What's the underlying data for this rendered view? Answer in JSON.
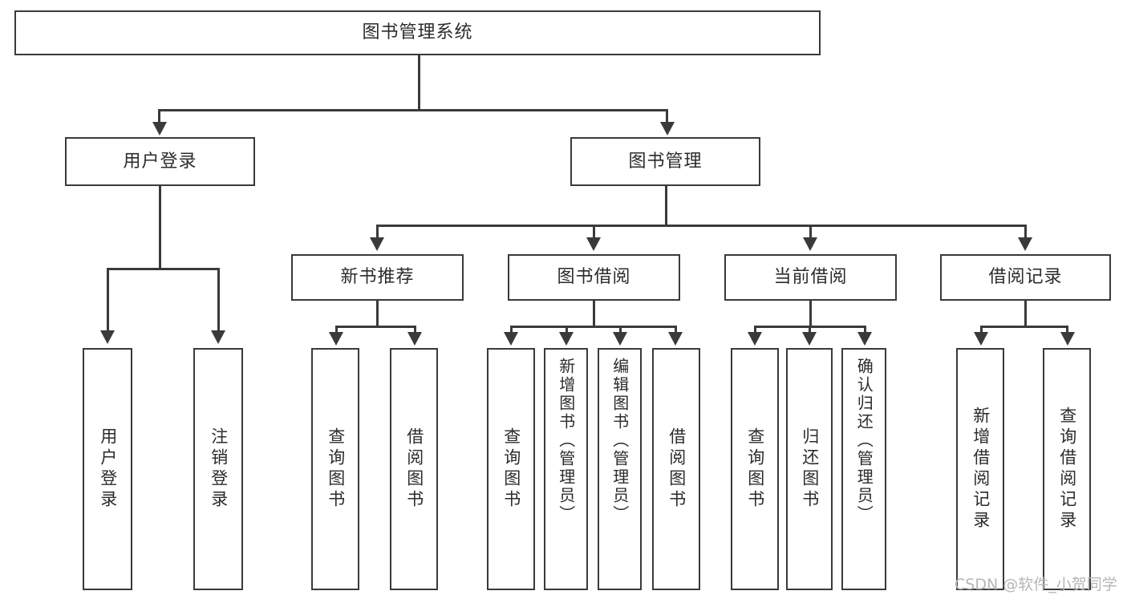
{
  "diagram": {
    "title": "图书管理系统",
    "root": {
      "label": "图书管理系统"
    },
    "level2": [
      {
        "label": "用户登录"
      },
      {
        "label": "图书管理"
      }
    ],
    "level3": [
      {
        "label": "新书推荐"
      },
      {
        "label": "图书借阅"
      },
      {
        "label": "当前借阅"
      },
      {
        "label": "借阅记录"
      }
    ],
    "leaves": {
      "user_login": [
        {
          "label": "用户登录"
        },
        {
          "label": "注销登录"
        }
      ],
      "new_book": [
        {
          "label": "查询图书"
        },
        {
          "label": "借阅图书"
        }
      ],
      "book_borrow": [
        {
          "label": "查询图书"
        },
        {
          "label": "新增图书（管理员）"
        },
        {
          "label": "编辑图书（管理员）"
        },
        {
          "label": "借阅图书"
        }
      ],
      "current_borrow": [
        {
          "label": "查询图书"
        },
        {
          "label": "归还图书"
        },
        {
          "label": "确认归还（管理员）"
        }
      ],
      "borrow_record": [
        {
          "label": "新增借阅记录"
        },
        {
          "label": "查询借阅记录"
        }
      ]
    }
  },
  "watermark": {
    "text": "CSDN @软件_小贺同学"
  },
  "colors": {
    "stroke": "#3a3a3a",
    "text": "#2b2b2b",
    "background": "#ffffff",
    "watermark": "#b6b6b6"
  }
}
